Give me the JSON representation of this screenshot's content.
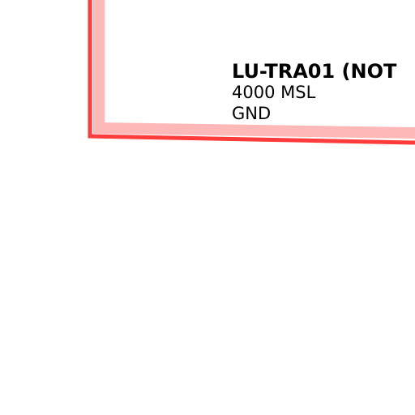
{
  "map": {
    "airspace": {
      "name": "LU-TRA01 (NOT",
      "upper_limit": "4000 MSL",
      "lower_limit": "GND",
      "border_color": "#ff3b3b",
      "inner_band_color": "#ffb8b8"
    }
  }
}
